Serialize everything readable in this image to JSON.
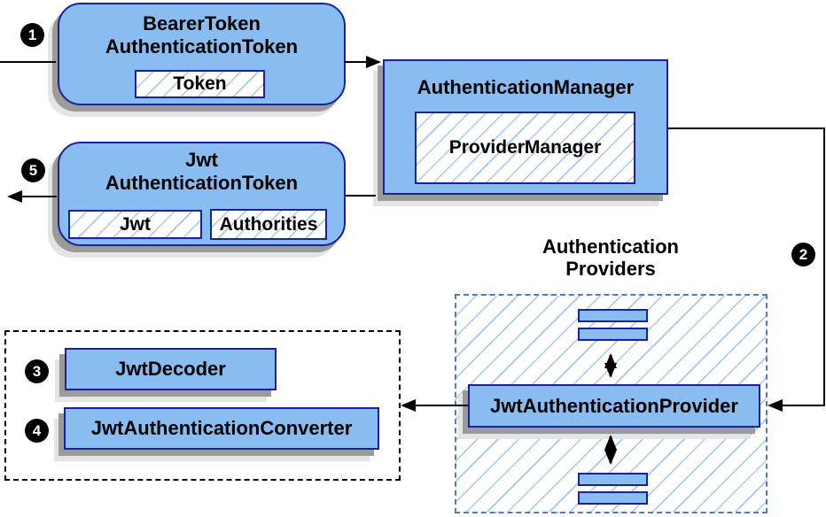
{
  "diagram": {
    "description": "JWT authentication flow diagram",
    "colors": {
      "node_fill": "#89bdf2",
      "node_border": "#1b209c",
      "hatch_line": "#a5c9ee",
      "dashed_group_border_blue": "#4a7ebc",
      "dashed_group_border_black": "#000000",
      "shadow_inner": "#9b9b9b",
      "shadow_outer": "#e4e4e4",
      "arrow": "#000000",
      "badge_bg": "#000000",
      "badge_text": "#ffffff"
    },
    "nodes": {
      "bearer_token": {
        "title_line1": "BearerToken",
        "title_line2": "AuthenticationToken",
        "chip": "Token",
        "step": "1"
      },
      "authentication_manager": {
        "title": "AuthenticationManager",
        "chip": "ProviderManager"
      },
      "jwt_token": {
        "title_line1": "Jwt",
        "title_line2": "AuthenticationToken",
        "chip1": "Jwt",
        "chip2": "Authorities",
        "step": "5"
      },
      "providers_group": {
        "label_line1": "Authentication",
        "label_line2": "Providers",
        "provider": "JwtAuthenticationProvider",
        "step": "2"
      },
      "converter_group": {
        "decoder": "JwtDecoder",
        "decoder_step": "3",
        "converter": "JwtAuthenticationConverter",
        "converter_step": "4"
      }
    }
  }
}
